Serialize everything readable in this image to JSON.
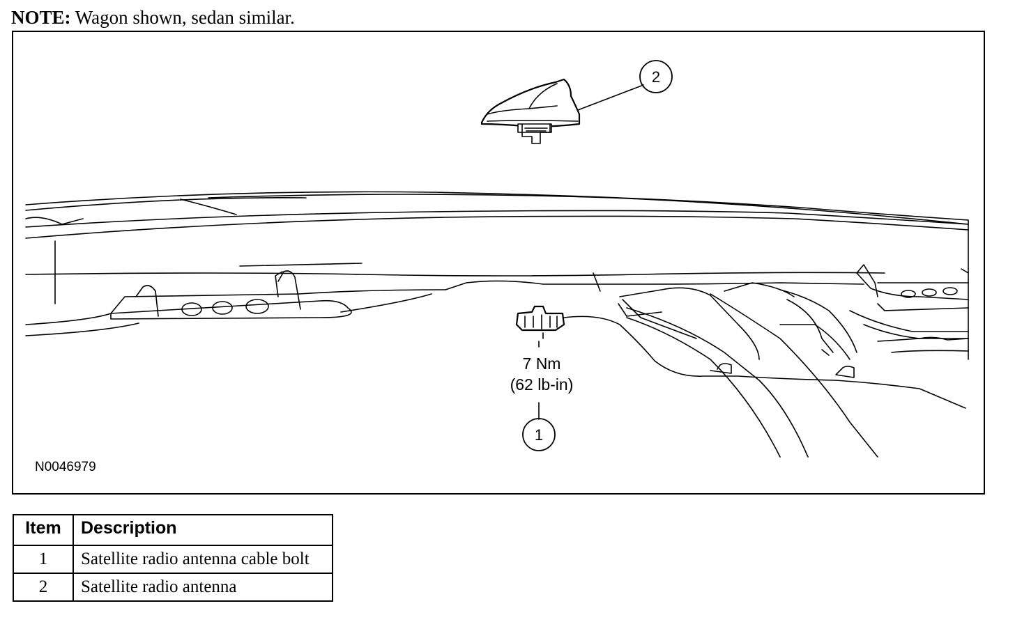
{
  "note": {
    "label": "NOTE:",
    "text": " Wagon shown, sedan similar."
  },
  "figure": {
    "id": "N0046979",
    "callouts": [
      "2",
      "1"
    ],
    "torque": {
      "line1": "7 Nm",
      "line2": "(62 lb-in)"
    }
  },
  "legend": {
    "headers": {
      "item": "Item",
      "description": "Description"
    },
    "rows": [
      {
        "item": "1",
        "description": "Satellite radio antenna cable bolt"
      },
      {
        "item": "2",
        "description": "Satellite radio antenna"
      }
    ]
  }
}
